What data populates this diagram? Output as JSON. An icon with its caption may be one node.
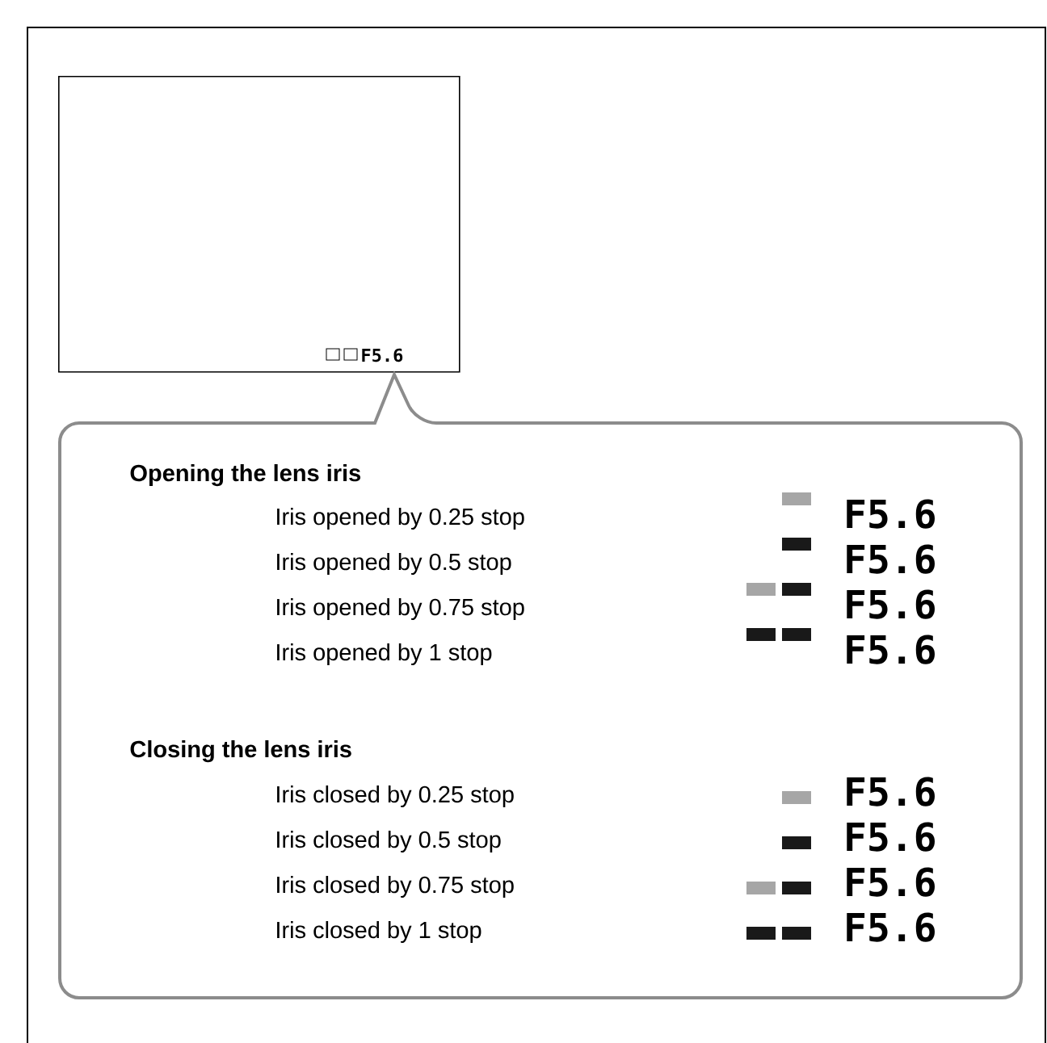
{
  "diagram": {
    "nodes": [
      {
        "text": [
          "F5.6"
        ]
      },
      {
        "text": [
          "Opening the lens iris",
          "Iris opened by 0.25 stop",
          "Iris opened by 0.5 stop",
          "Iris opened by 0.75 stop",
          "Iris opened by 1 stop",
          "Closing the lens iris",
          "Iris closed by 0.25 stop",
          "Iris closed by 0.5 stop",
          "Iris closed by 0.75 stop",
          "Iris closed by 1 stop"
        ]
      }
    ],
    "labels": [
      "F5.6",
      "F5.6",
      "F5.6",
      "F5.6",
      "F5.6",
      "F5.6",
      "F5.6",
      "F5.6"
    ]
  }
}
